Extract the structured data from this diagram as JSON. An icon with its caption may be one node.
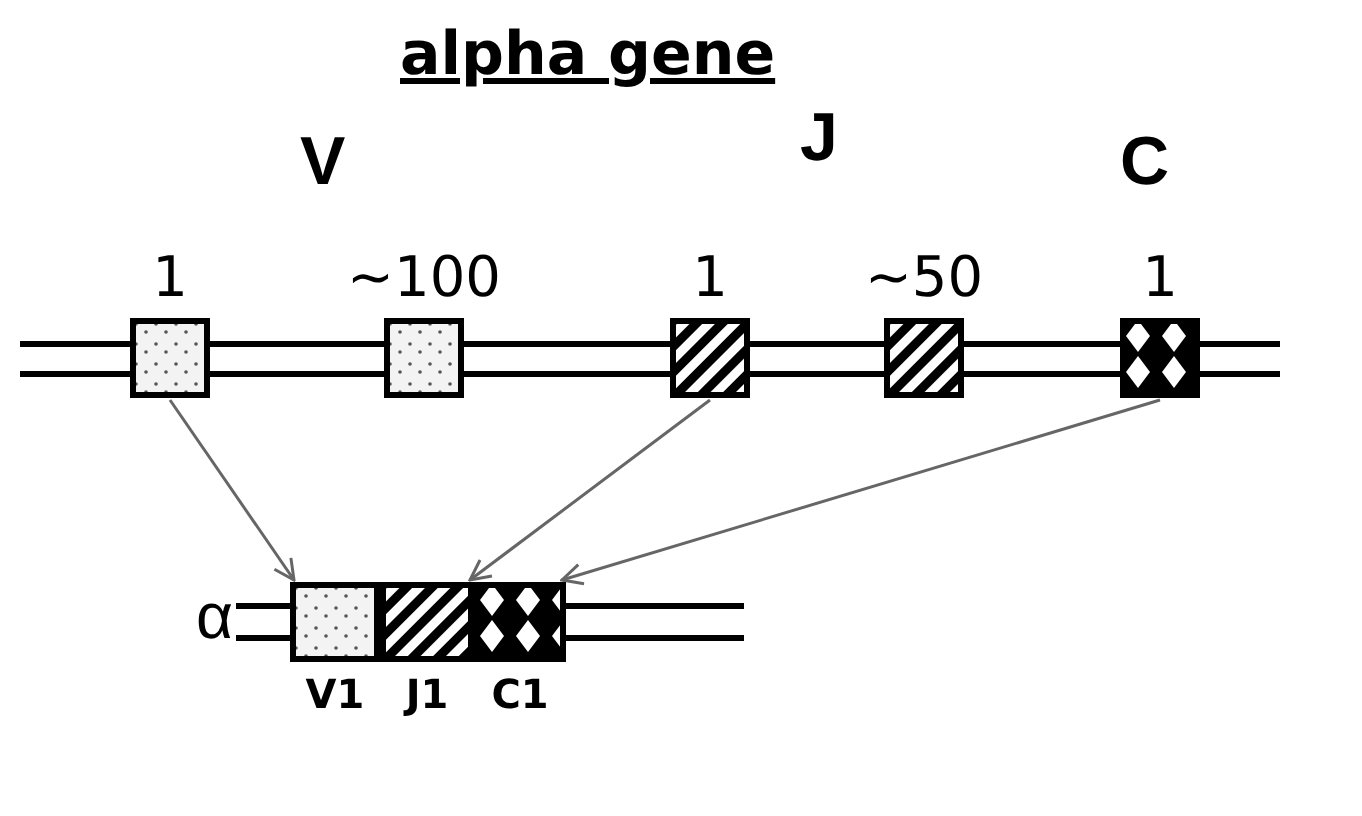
{
  "diagram": {
    "title": "alpha gene",
    "nodes": [
      {
        "text": [
          "1"
        ]
      },
      {
        "text": [
          "~100"
        ]
      },
      {
        "text": [
          "1"
        ]
      },
      {
        "text": [
          "~50"
        ]
      },
      {
        "text": [
          "1"
        ]
      },
      {
        "text": [
          "V1"
        ]
      },
      {
        "text": [
          "J1"
        ]
      },
      {
        "text": [
          "C1"
        ]
      }
    ],
    "edges": [
      {
        "from": 0,
        "to": 5,
        "arrow": "to"
      },
      {
        "from": 2,
        "to": 6,
        "arrow": "to"
      },
      {
        "from": 4,
        "to": 7,
        "arrow": "to"
      }
    ],
    "labels": [
      "V",
      "J",
      "C",
      "α"
    ]
  }
}
